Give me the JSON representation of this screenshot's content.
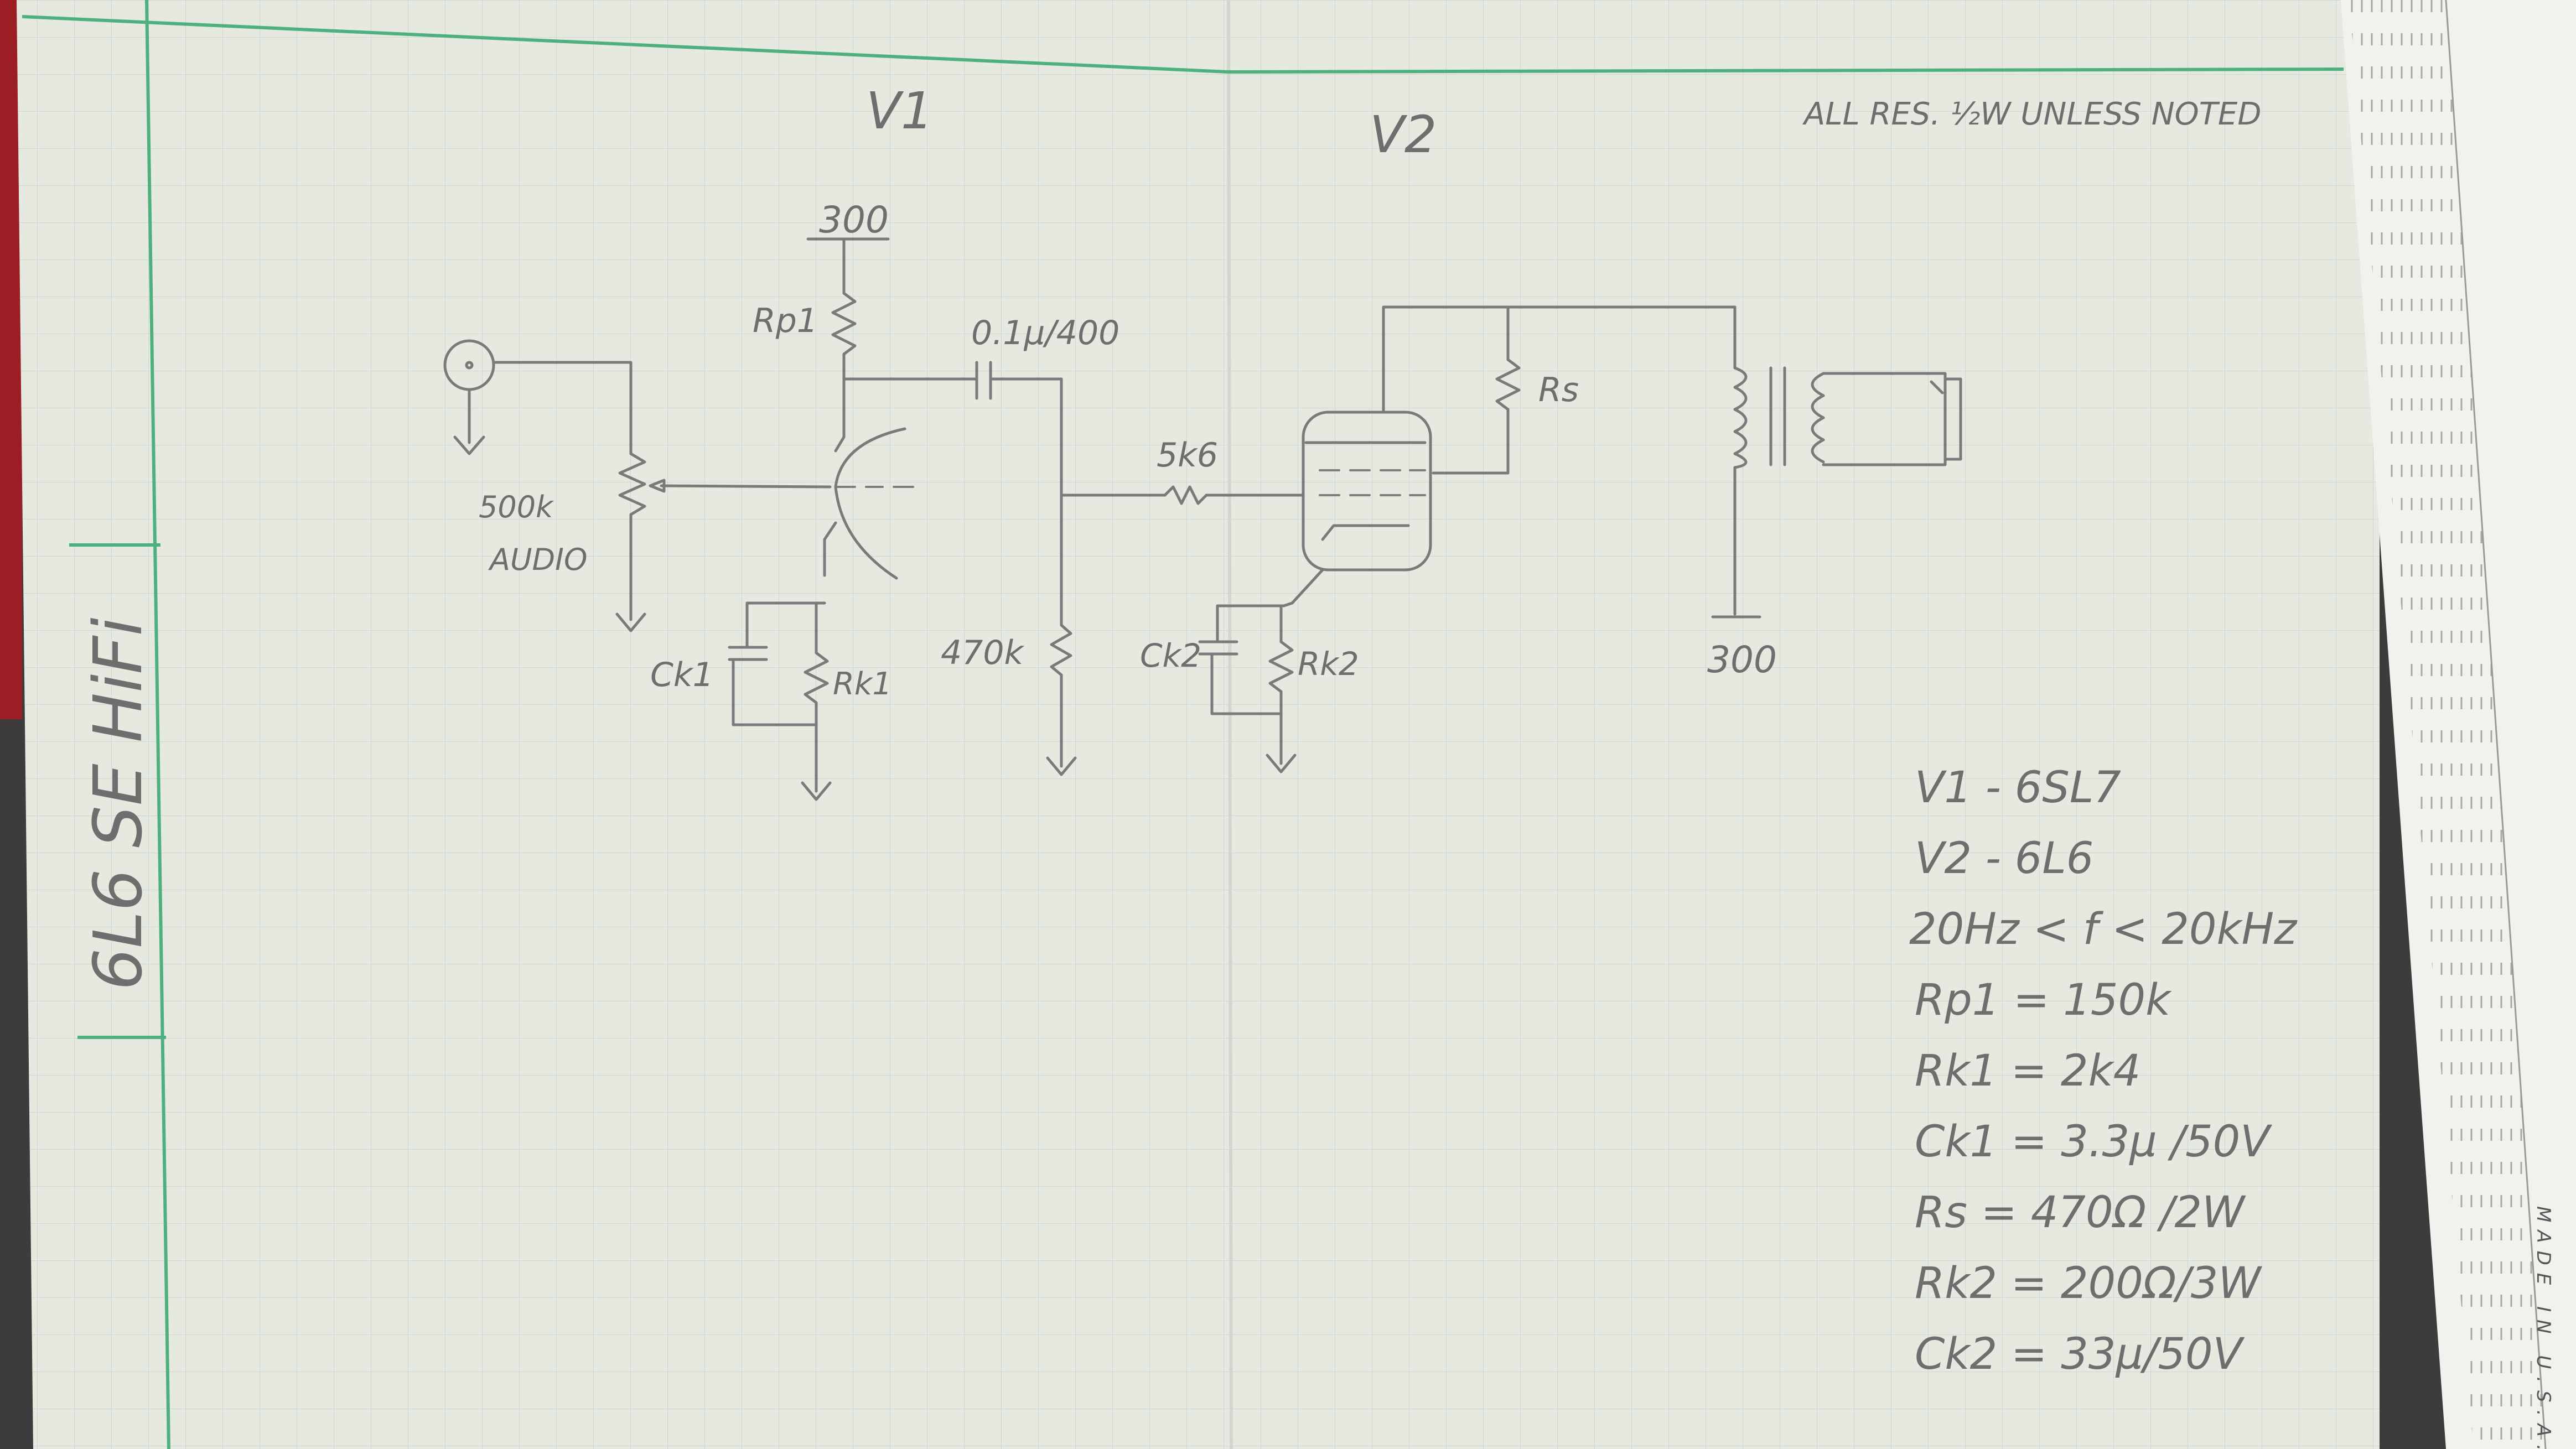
{
  "sheet": {
    "title": "6L6 SE HiFi",
    "note": "ALL RES. ½W UNLESS NOTED"
  },
  "tubes": {
    "v1_label": "V1",
    "v2_label": "V2"
  },
  "schematic": {
    "supply_v1": "300",
    "supply_v2": "300",
    "rp1": "Rp1",
    "coupling_cap": "0.1µ/400",
    "grid_stopper": "5k6",
    "pot": [
      "500k",
      "AUDIO"
    ],
    "grid_leak": "470k",
    "ck1": "Ck1",
    "rk1": "Rk1",
    "ck2": "Ck2",
    "rk2": "Rk2",
    "rs": "Rs"
  },
  "component_values": [
    "V1 - 6SL7",
    "V2 - 6L6",
    "20Hz < f < 20kHz",
    "Rp1 = 150k",
    "Rk1 = 2k4",
    "Ck1 = 3.3µ /50V",
    "Rs = 470Ω /2W",
    "Rk2 = 200Ω/3W",
    "Ck2 = 33µ/50V"
  ],
  "ruler": {
    "imprint": "MADE IN U.S.A."
  },
  "colors": {
    "paper": "#e9ebe2",
    "grid": "#cfd3d0",
    "margin_line": "#4fb07f",
    "pencil": "#747474"
  }
}
